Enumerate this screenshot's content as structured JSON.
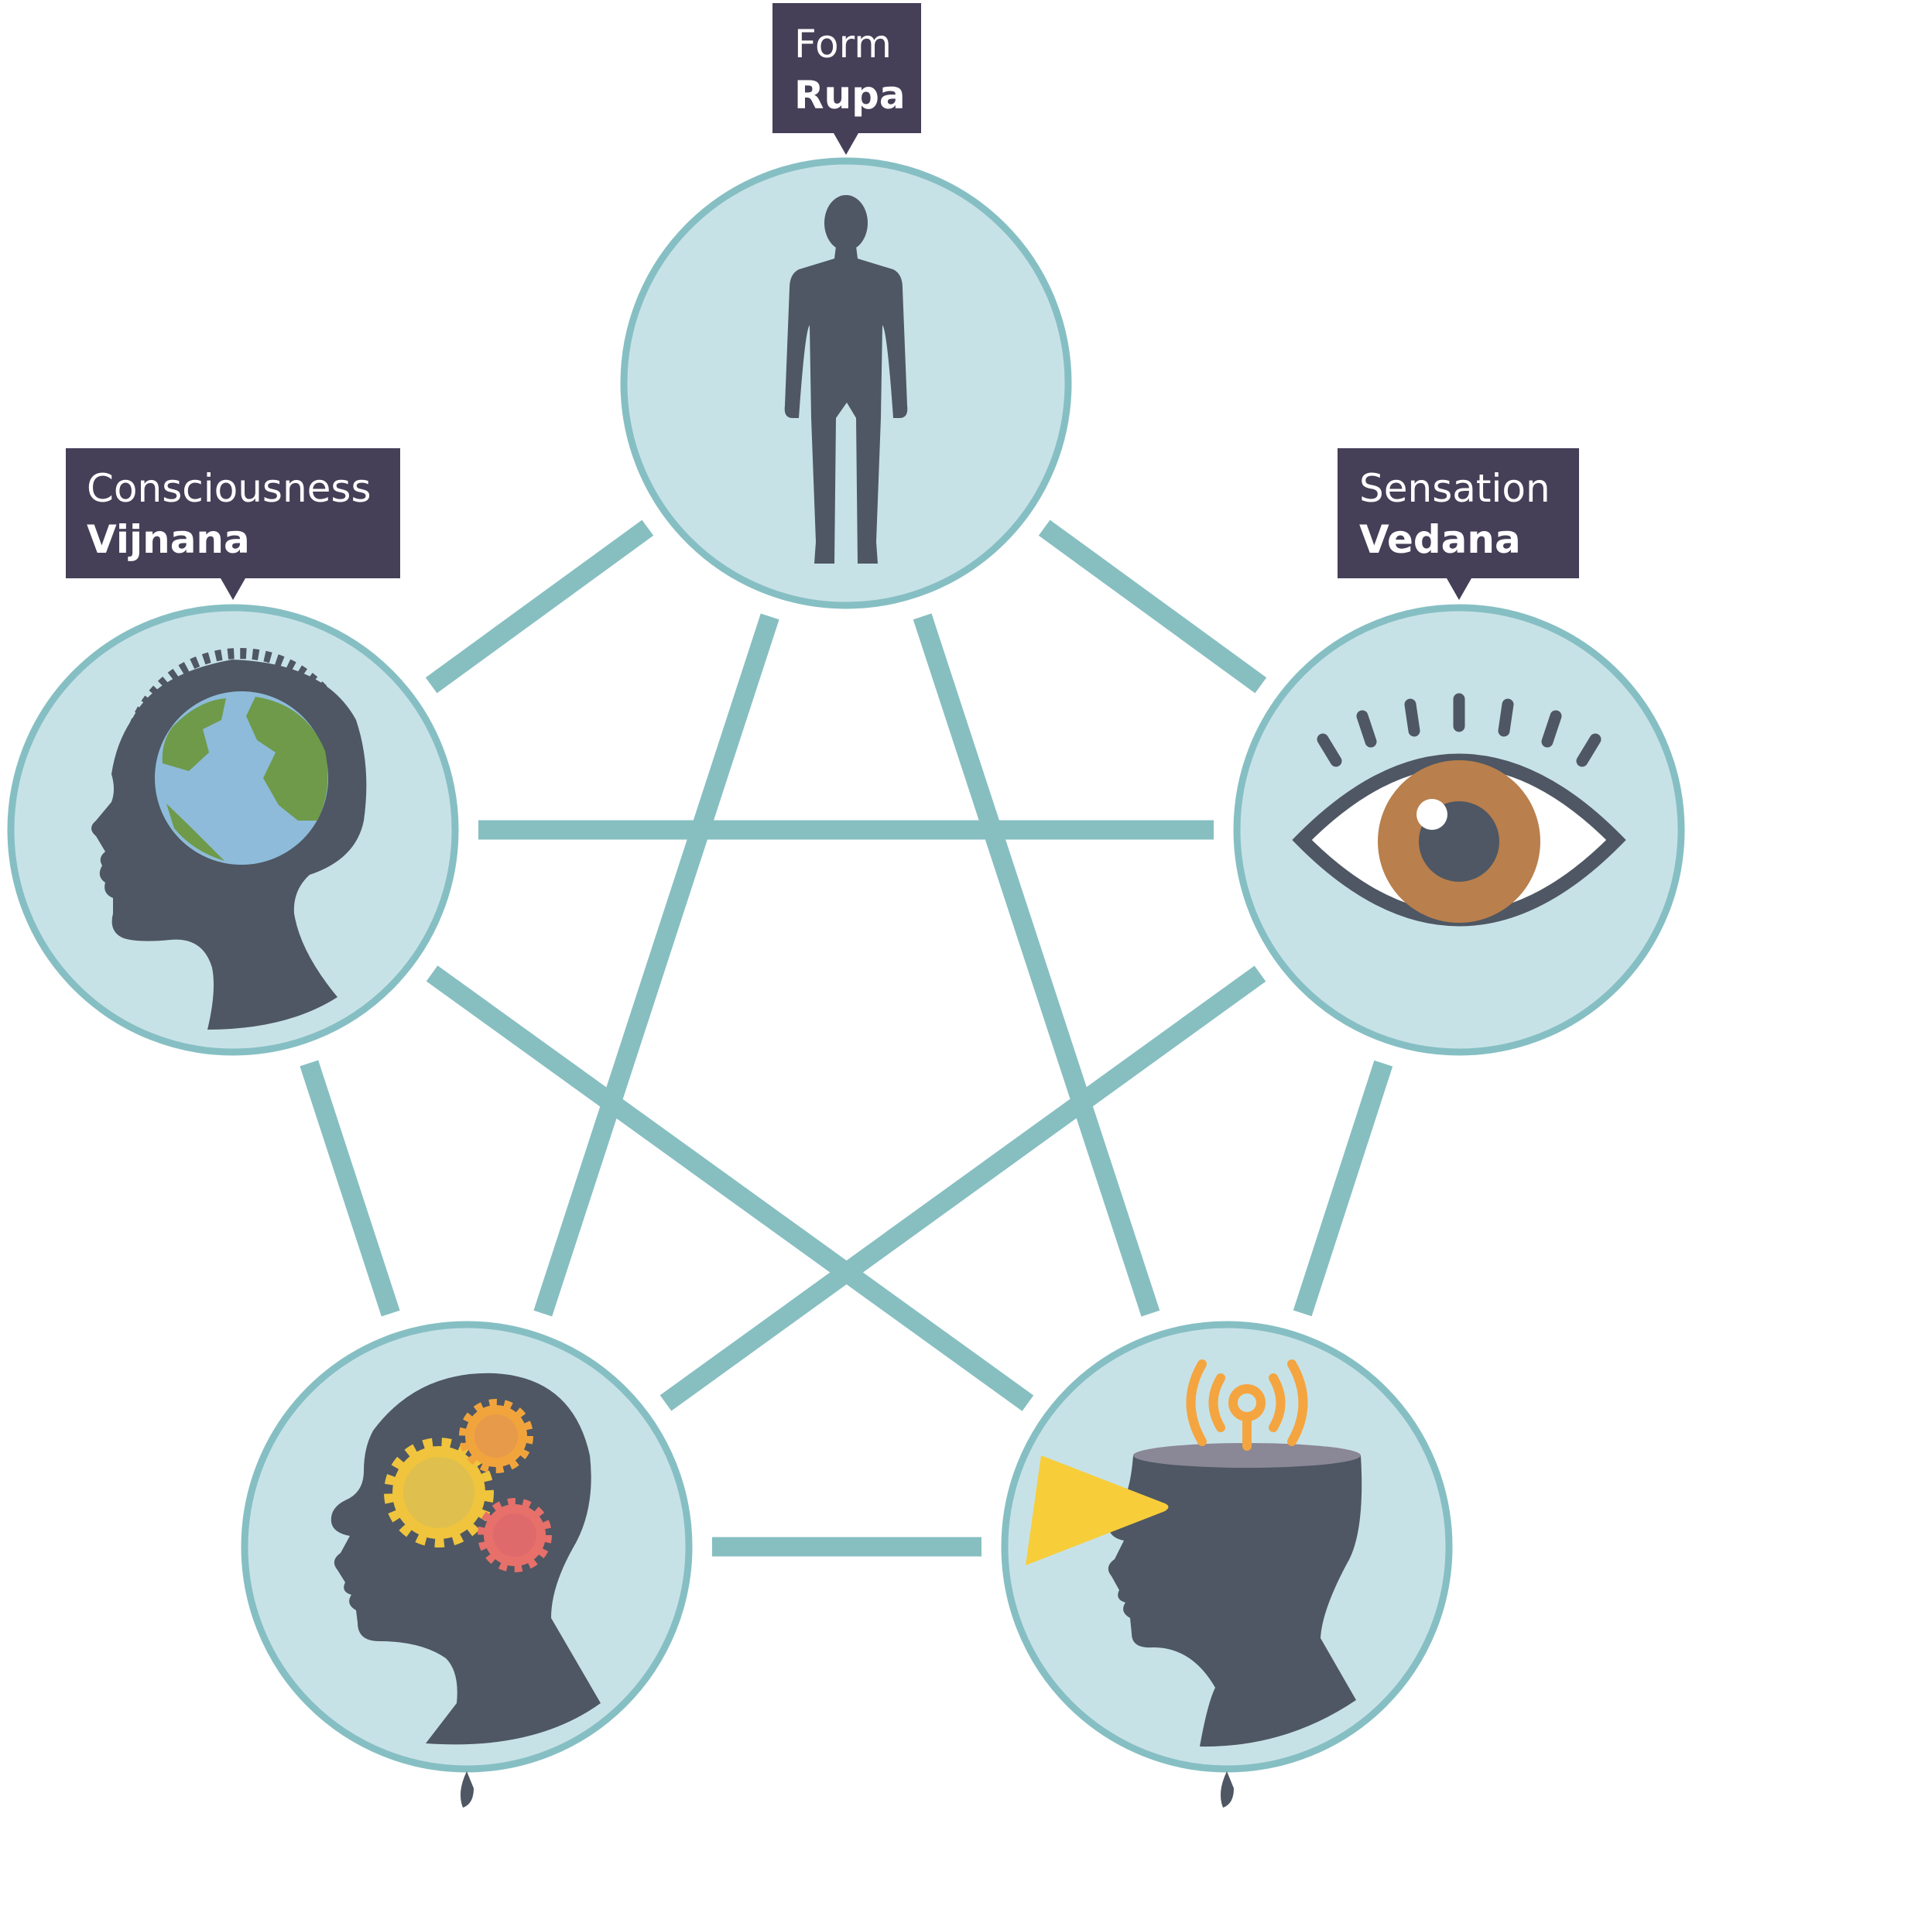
{
  "colors": {
    "circle_fill": "#c7e2e7",
    "circle_stroke": "#86bfc3",
    "edge": "#87bfc1",
    "silhouette": "#4e5763",
    "label_box": "#453f57",
    "label_text": "#ffffff",
    "globe_ocean": "#8ebbd9",
    "globe_land": "#6e9a4a",
    "iris": "#b97f4c",
    "gear_yellow": "#f0c43c",
    "gear_orange": "#f2a43c",
    "gear_red": "#e7706a",
    "signal_orange": "#f4a540",
    "beam_yellow": "#f7cd3a"
  },
  "nodes": [
    {
      "id": "form",
      "icon": "human-figure-icon",
      "label": {
        "line1": "Form",
        "line2": "Rupa"
      }
    },
    {
      "id": "sensation",
      "icon": "eye-icon",
      "label": {
        "line1": "Sensation",
        "line2": "Vedana"
      }
    },
    {
      "id": "perception",
      "icon": "head-signal-icon",
      "label": null
    },
    {
      "id": "mental-formations",
      "icon": "head-gears-icon",
      "label": null
    },
    {
      "id": "consciousness",
      "icon": "head-globe-icon",
      "label": {
        "line1": "Consciousness",
        "line2": "Vijnana"
      }
    }
  ],
  "edges": [
    [
      "form",
      "sensation"
    ],
    [
      "sensation",
      "perception"
    ],
    [
      "perception",
      "mental-formations"
    ],
    [
      "mental-formations",
      "consciousness"
    ],
    [
      "consciousness",
      "form"
    ],
    [
      "form",
      "perception"
    ],
    [
      "form",
      "mental-formations"
    ],
    [
      "sensation",
      "consciousness"
    ],
    [
      "sensation",
      "mental-formations"
    ],
    [
      "consciousness",
      "perception"
    ]
  ]
}
